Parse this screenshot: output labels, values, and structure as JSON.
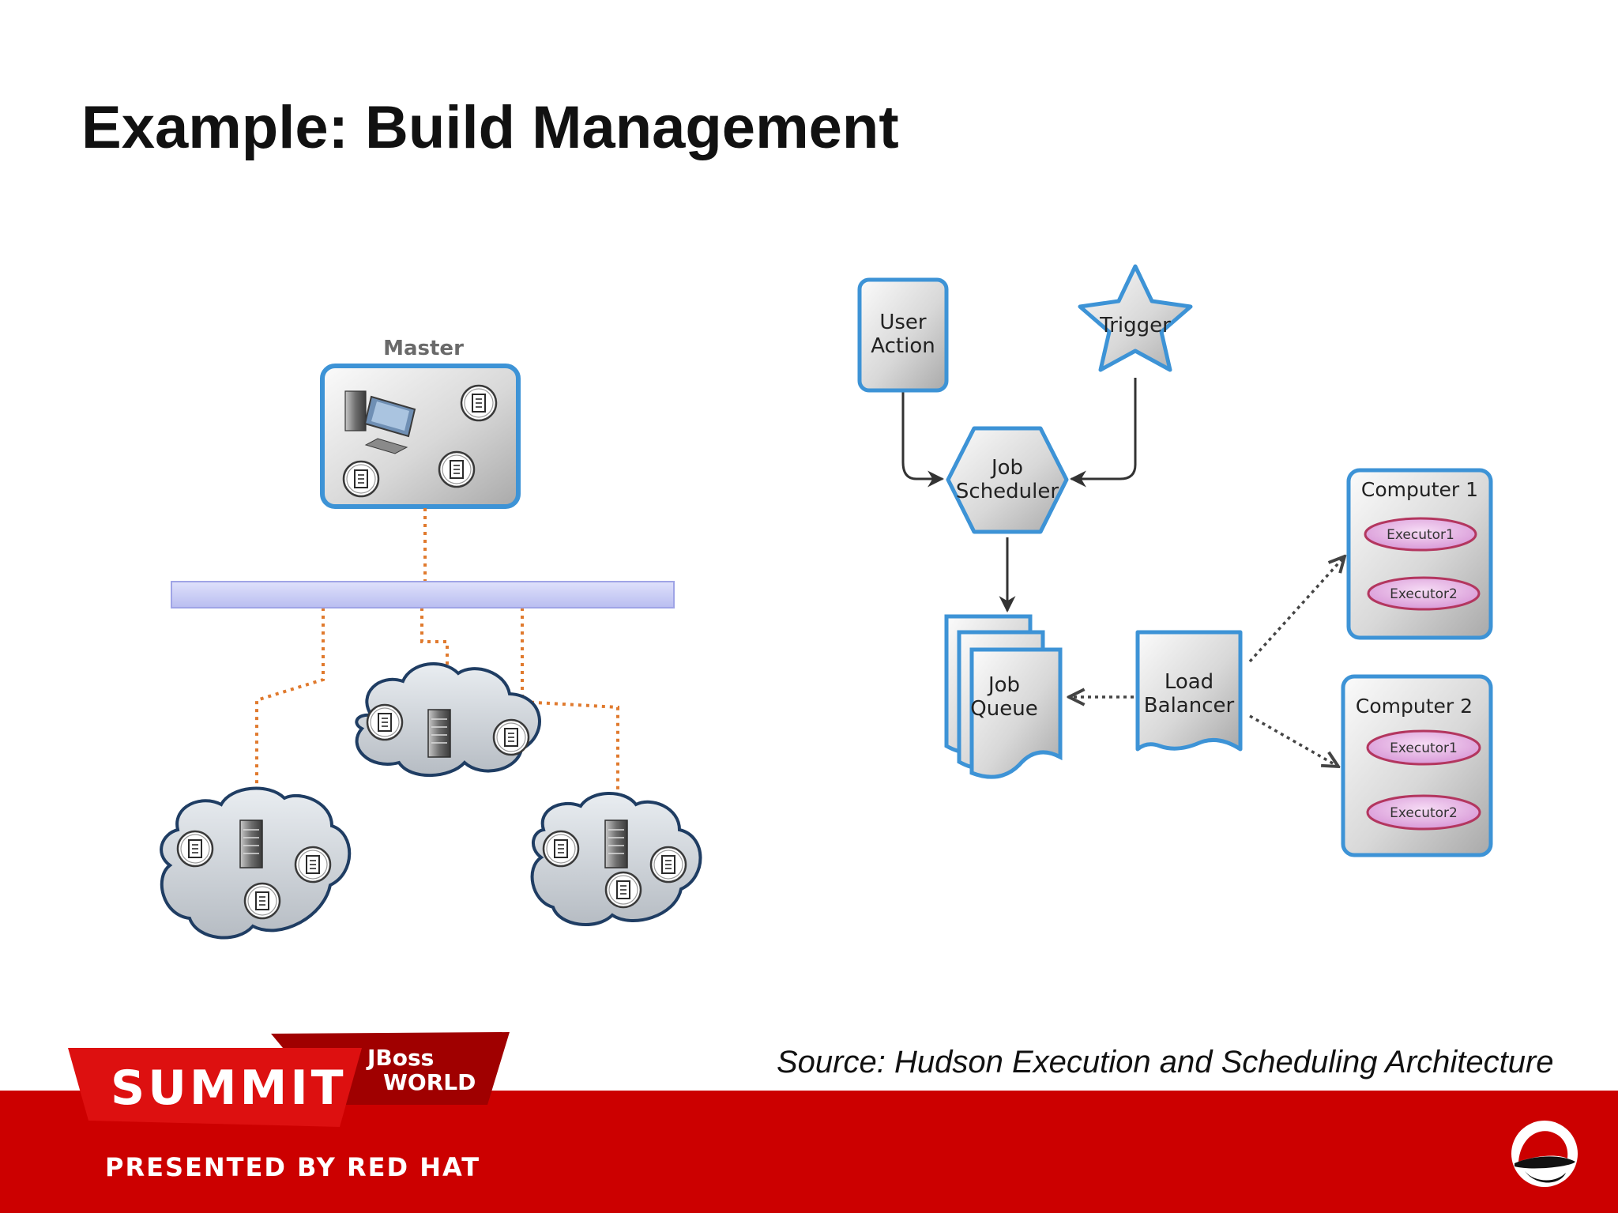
{
  "slide": {
    "title": "Example: Build Management",
    "source": "Source: Hudson Execution and Scheduling Architecture"
  },
  "master_slave": {
    "master_label": "Master",
    "master_icon": "workstation-icon",
    "job_icon": "document-icon",
    "slave_icon": "server-icon",
    "link_color": "#e07a2e",
    "network_bar_color": "#c9ccf2"
  },
  "scheduling": {
    "user_action_lines": [
      "User",
      "Action"
    ],
    "trigger": "Trigger",
    "job_scheduler_lines": [
      "Job",
      "Scheduler"
    ],
    "job_queue_lines": [
      "Job",
      "Queue"
    ],
    "load_balancer_lines": [
      "Load",
      "Balancer"
    ],
    "computer1": {
      "name": "Computer 1",
      "executors": [
        "Executor1",
        "Executor2"
      ]
    },
    "computer2": {
      "name": "Computer 2",
      "executors": [
        "Executor1",
        "Executor2"
      ]
    },
    "node_border_color": "#3d93d6",
    "executor_fill_color": "#e7b3e6",
    "executor_border_color": "#b3365f"
  },
  "footer": {
    "summit": "SUMMIT",
    "jboss": "JBoss",
    "world": "WORLD",
    "presented_by": "PRESENTED BY RED HAT",
    "brand_color": "#cc0000",
    "logo_icon": "redhat-shadowman-icon"
  }
}
